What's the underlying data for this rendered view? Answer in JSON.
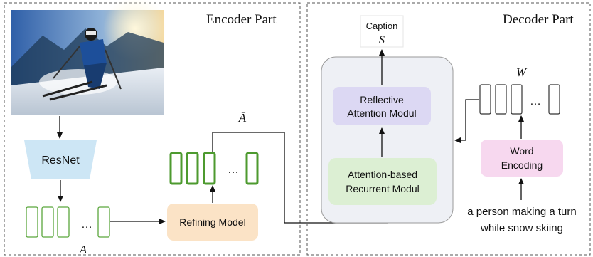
{
  "encoder": {
    "title": "Encoder Part",
    "resnet_label": "ResNet",
    "features_label": "A",
    "refined_label": "Ā",
    "refining_label": "Refining Model",
    "ellipsis": "…"
  },
  "decoder": {
    "title": "Decoder Part",
    "caption_title": "Caption",
    "caption_symbol": "S",
    "reflective_line1": "Reflective",
    "reflective_line2": "Attention Modul",
    "attention_line1": "Attention-based",
    "attention_line2": "Recurrent Modul",
    "words_label": "W",
    "word_line1": "Word",
    "word_line2": "Encoding",
    "sentence_line1": "a person making a turn",
    "sentence_line2": "while snow skiing",
    "ellipsis": "…"
  },
  "colors": {
    "resnet_fill": "#cde6f5",
    "refining_fill": "#fbe3c6",
    "reflective_fill": "#dcd8f3",
    "attention_fill": "#dcefd3",
    "word_fill": "#f7d8ef",
    "decoder_panel_fill": "#eef0f5",
    "feature_stroke": "#5aa63c"
  },
  "icons": {
    "photo": "skier-photo"
  }
}
